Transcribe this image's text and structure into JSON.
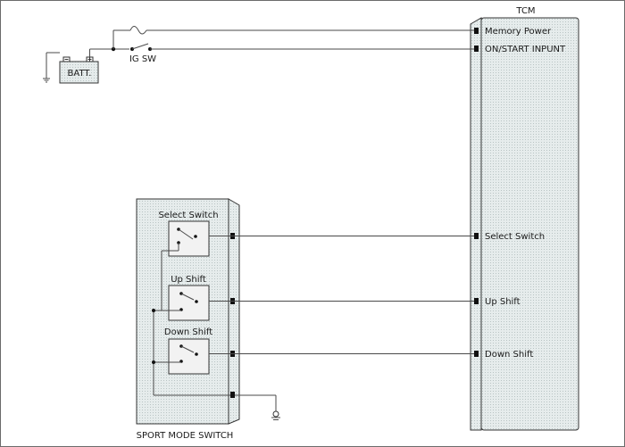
{
  "tcm": {
    "title": "TCM",
    "pins": {
      "memory_power": "Memory Power",
      "on_start_input": "ON/START  INPUNT",
      "select_switch": "Select Switch",
      "up_shift": "Up  Shift",
      "down_shift": "Down  Shift"
    }
  },
  "power": {
    "battery_label": "BATT.",
    "ig_switch_label": "IG SW"
  },
  "sport_mode_switch": {
    "title": "SPORT MODE SWITCH",
    "switches": {
      "select": "Select Switch",
      "up": "Up  Shift",
      "down": "Down  Shift"
    }
  },
  "colors": {
    "module_fill": "#dfe8e8",
    "switch_fill": "#f2f2f2",
    "wire": "#4a4a4a"
  }
}
